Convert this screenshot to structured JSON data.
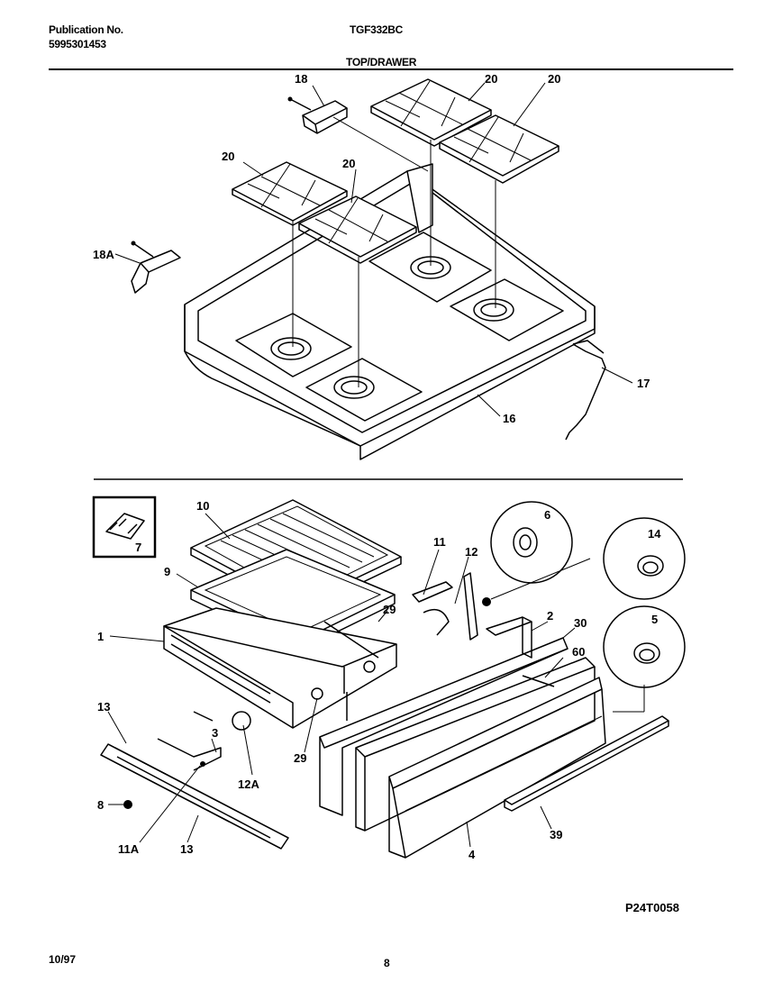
{
  "header": {
    "publication_label": "Publication No.",
    "publication_number": "5995301453",
    "model": "TGF332BC",
    "section_title": "TOP/DRAWER"
  },
  "callouts": {
    "top": [
      "18",
      "20",
      "20",
      "20",
      "20",
      "18A",
      "17",
      "16"
    ],
    "bottom": [
      "10",
      "7",
      "9",
      "1",
      "11",
      "12",
      "6",
      "14",
      "2",
      "30",
      "60",
      "5",
      "29",
      "13",
      "3",
      "12A",
      "29",
      "8",
      "11A",
      "13",
      "4",
      "39"
    ]
  },
  "footer": {
    "figure_code": "P24T0058",
    "date": "10/97",
    "page": "8"
  }
}
